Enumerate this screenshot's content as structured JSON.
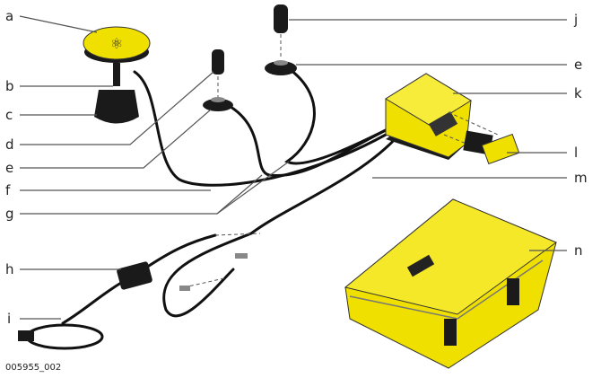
{
  "labels": {
    "a": "a",
    "b": "b",
    "c": "c",
    "d": "d",
    "e_left": "e",
    "f": "f",
    "g": "g",
    "h": "h",
    "i": "i",
    "j": "j",
    "e_right": "e",
    "k": "k",
    "l": "l",
    "m": "m",
    "n": "n"
  },
  "figure_id": "005955_002",
  "colors": {
    "yellow": "#f0e000",
    "dark": "#1a1a1a"
  }
}
